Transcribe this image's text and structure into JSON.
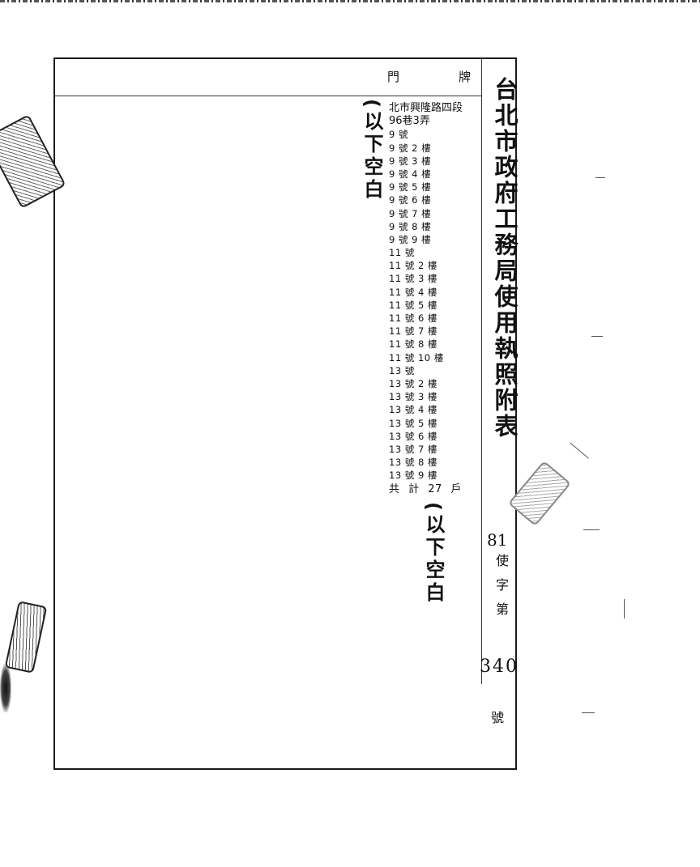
{
  "header": {
    "col1": "門",
    "col2": "牌"
  },
  "title": "台北市政府工務局使用執照附表",
  "permit": {
    "year": "81",
    "kind": "使字第",
    "number": "340",
    "suffix": "號"
  },
  "blank_note": "(以下空白",
  "blank_note_2": "(以下空白",
  "addresses": {
    "street": "北市興隆路四段",
    "lane": "96巷3弄",
    "entries": [
      "9 號",
      "9 號 2 樓",
      "9 號 3 樓",
      "9 號 4 樓",
      "9 號 5 樓",
      "9 號 6 樓",
      "9 號 7 樓",
      "9 號 8 樓",
      "9 號 9 樓",
      "11 號",
      "11 號 2 樓",
      "11 號 3 樓",
      "11 號 4 樓",
      "11 號 5 樓",
      "11 號 6 樓",
      "11 號 7 樓",
      "11 號 8 樓",
      "11 號 10 樓",
      "13 號",
      "13 號 2 樓",
      "13 號 3 樓",
      "13 號 4 樓",
      "13 號 5 樓",
      "13 號 6 樓",
      "13 號 7 樓",
      "13 號 8 樓",
      "13 號 9 樓"
    ],
    "total": "共 計 27 戶"
  }
}
